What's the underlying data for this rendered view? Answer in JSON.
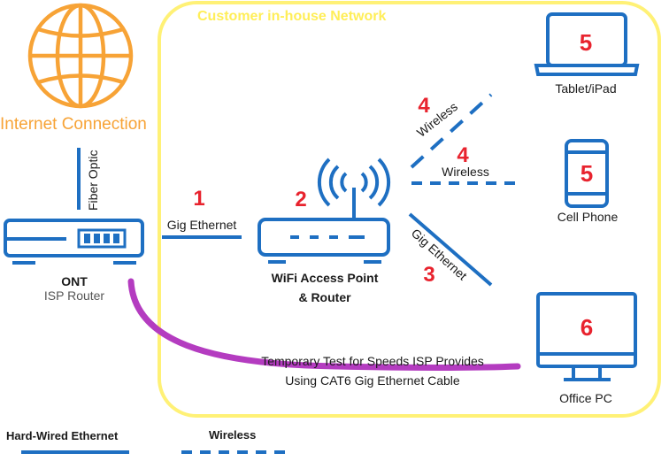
{
  "colors": {
    "globe": "#F7A336",
    "network_border": "#FFF176",
    "network_title": "#FFEE58",
    "device_blue": "#1E6FC2",
    "number_red": "#E8232E",
    "test_cable": "#B43CC0",
    "text": "#1A1A1A",
    "gray_text": "#555555"
  },
  "network": {
    "title": "Customer in-house Network"
  },
  "internet": {
    "label": "Internet Connection",
    "icon": "globe-icon"
  },
  "links": {
    "fiber_label": "Fiber Optic",
    "gig_ethernet_label": "Gig Ethernet",
    "wireless_tablet_label": "Wireless",
    "wireless_phone_label": "Wireless",
    "gig_ethernet_pc_label": "Gig Ethernet"
  },
  "numbers": {
    "gig_ethernet": "1",
    "router": "2",
    "pc_cable": "3",
    "wireless_tablet": "4",
    "wireless_phone": "4",
    "tablet": "5",
    "phone": "5",
    "pc": "6"
  },
  "devices": {
    "ont_name": "ONT",
    "ont_sub": "ISP Router",
    "router_line1": "WiFi Access Point",
    "router_line2": "& Router",
    "tablet": "Tablet/iPad",
    "phone": "Cell Phone",
    "pc": "Office PC"
  },
  "test": {
    "line1": "Temporary Test for Speeds ISP Provides",
    "line2": "Using CAT6 Gig Ethernet Cable"
  },
  "legend": {
    "wired": "Hard-Wired Ethernet",
    "wireless": "Wireless"
  }
}
